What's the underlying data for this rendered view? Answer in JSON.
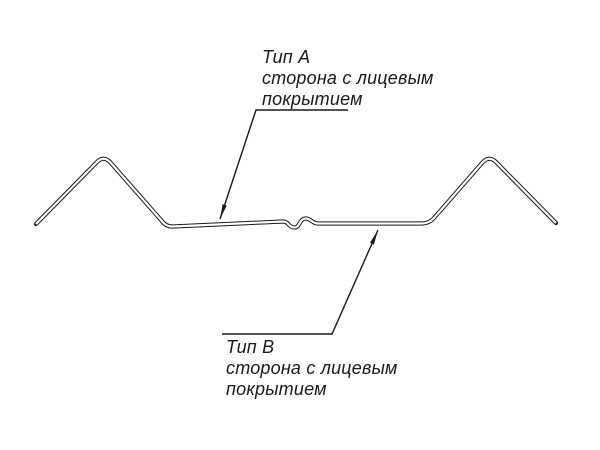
{
  "drawing": {
    "background": "#ffffff",
    "stroke_color": "#1a1a1a",
    "callouts": [
      {
        "id": "A",
        "lines": [
          "Тип А",
          "сторона с лицевым",
          "покрытием"
        ]
      },
      {
        "id": "B",
        "lines": [
          "Тип В",
          "сторона с лицевым",
          "покрытием"
        ]
      }
    ]
  }
}
